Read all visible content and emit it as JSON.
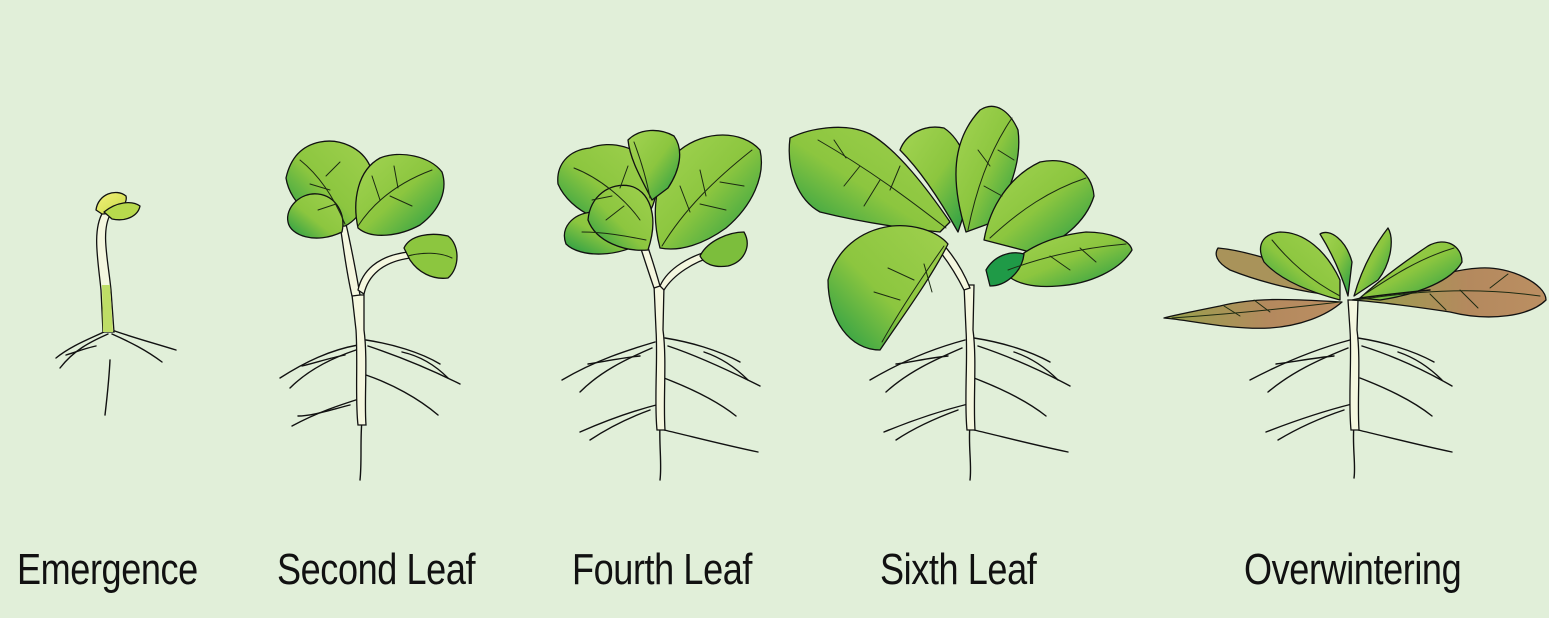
{
  "stages": [
    {
      "label": "Emergence"
    },
    {
      "label": "Second Leaf"
    },
    {
      "label": "Fourth Leaf"
    },
    {
      "label": "Sixth Leaf"
    },
    {
      "label": "Overwintering"
    }
  ],
  "colors": {
    "background": "#e1efd9",
    "leaf_green": "#8cc63f",
    "leaf_dark": "#1f9a47",
    "cotyledon_yellow": "#ecea5a",
    "frost_leaf": "#b4895e",
    "stem": "#f4f7df",
    "outline": "#111111"
  }
}
